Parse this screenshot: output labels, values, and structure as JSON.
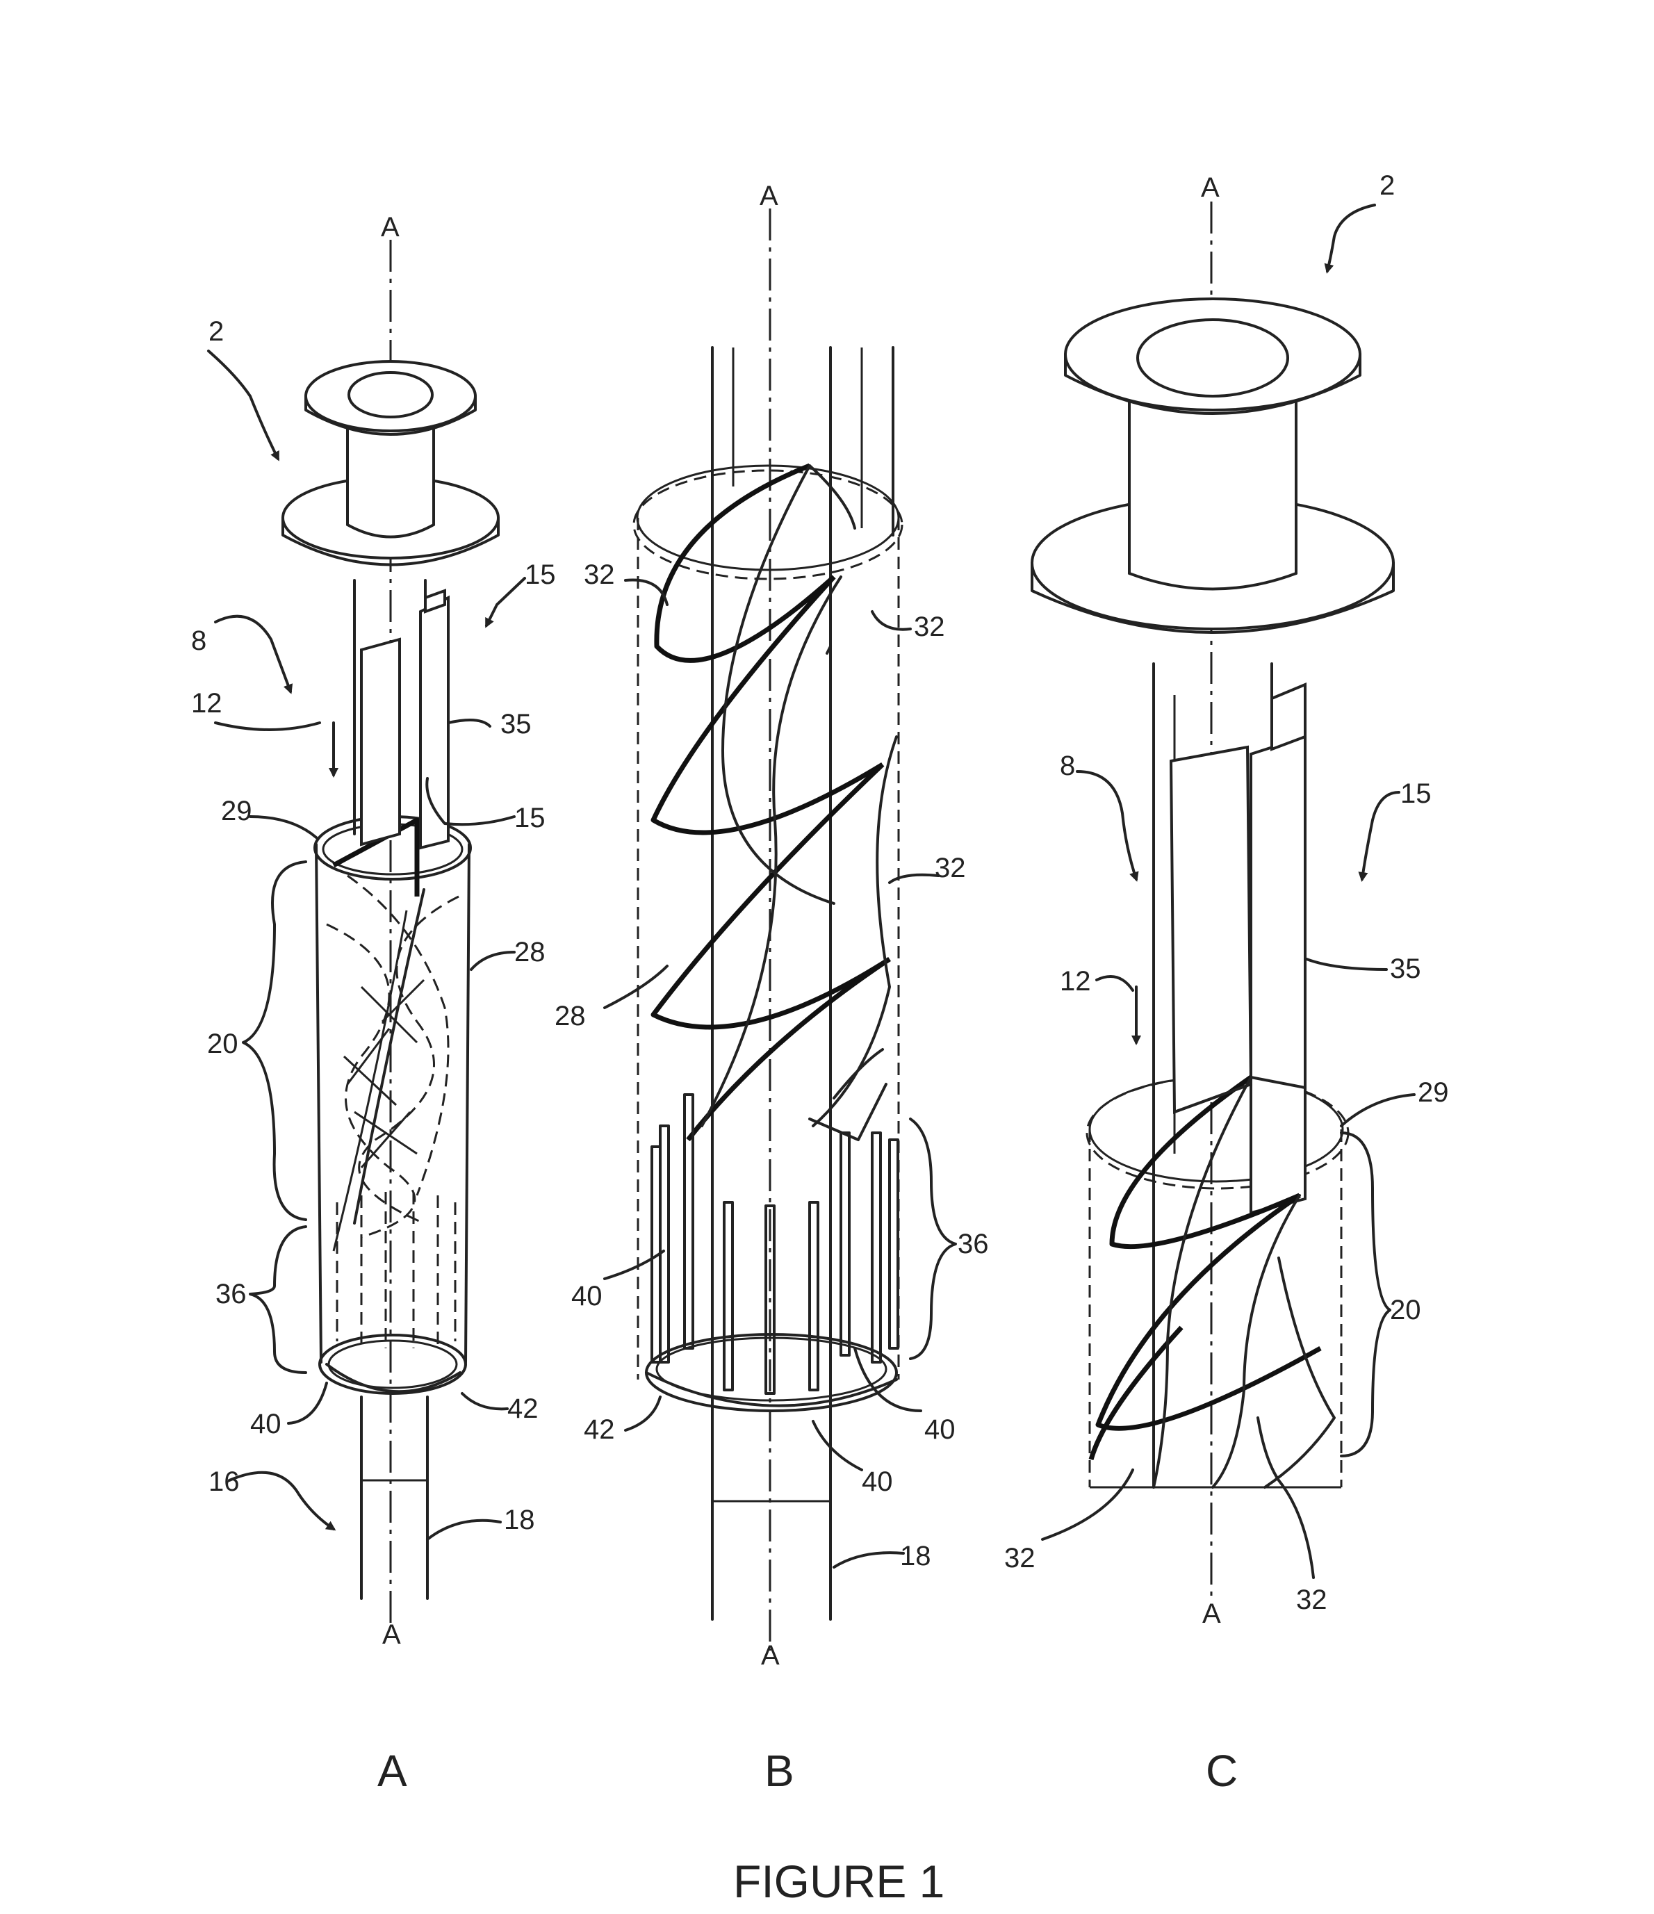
{
  "figure": {
    "caption": "FIGURE 1",
    "panels": [
      {
        "id": "A",
        "label": "A",
        "callouts": [
          "A",
          "2",
          "8",
          "12",
          "15",
          "35",
          "15",
          "29",
          "28",
          "20",
          "36",
          "40",
          "42",
          "16",
          "18",
          "A"
        ]
      },
      {
        "id": "B",
        "label": "B",
        "callouts": [
          "A",
          "32",
          "32",
          "32",
          "28",
          "36",
          "40",
          "40",
          "42",
          "40",
          "18",
          "A"
        ]
      },
      {
        "id": "C",
        "label": "C",
        "callouts": [
          "A",
          "2",
          "8",
          "15",
          "12",
          "35",
          "29",
          "20",
          "32",
          "32",
          "A"
        ]
      }
    ]
  }
}
